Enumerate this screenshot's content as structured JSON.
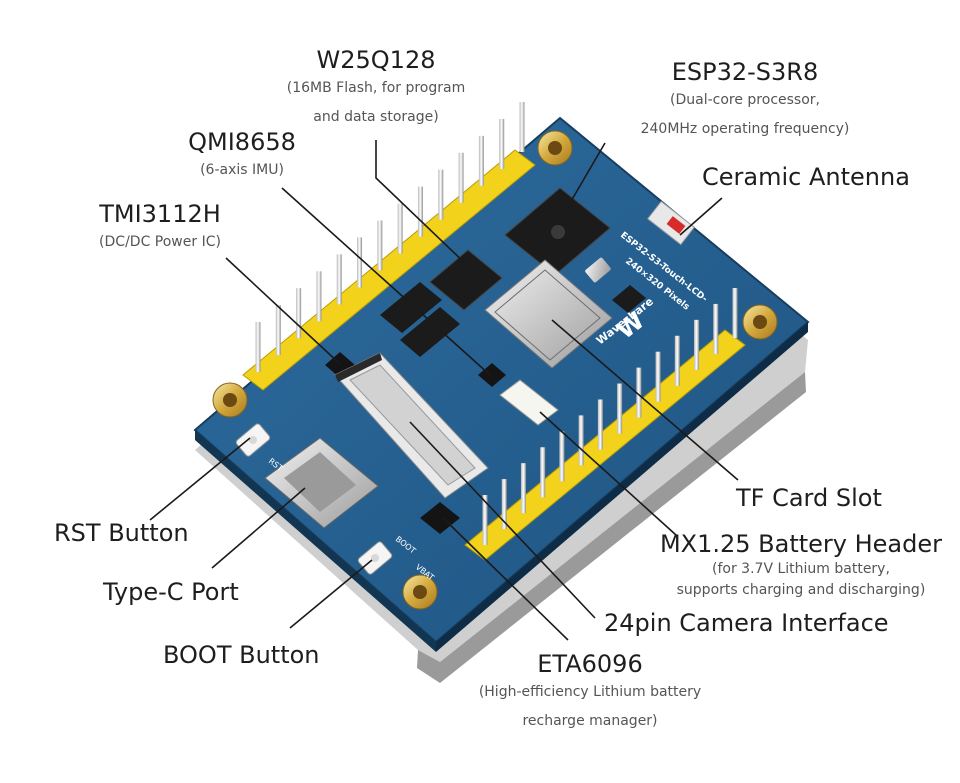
{
  "board": {
    "silkscreen_model": "ESP32-S3-Touch-LCD-",
    "silkscreen_res": "240×320 Pixels",
    "brand": "Waveshare",
    "rst_mark": "RST",
    "boot_mark": "BOOT",
    "vbat_mark": "VBAT"
  },
  "components": [
    {
      "id": "w25q128",
      "name": "W25Q128",
      "desc": [
        "(16MB Flash, for program",
        "and data storage)"
      ]
    },
    {
      "id": "esp32",
      "name": "ESP32-S3R8",
      "desc": [
        "(Dual-core processor,",
        "240MHz operating frequency)"
      ]
    },
    {
      "id": "qmi8658",
      "name": "QMI8658",
      "desc": [
        "(6-axis IMU)"
      ]
    },
    {
      "id": "antenna",
      "name": "Ceramic Antenna",
      "desc": []
    },
    {
      "id": "tmi3112h",
      "name": "TMI3112H",
      "desc": [
        "(DC/DC Power IC)"
      ]
    },
    {
      "id": "tfcard",
      "name": "TF Card Slot",
      "desc": []
    },
    {
      "id": "rst",
      "name": "RST Button",
      "desc": []
    },
    {
      "id": "battery",
      "name": "MX1.25 Battery Header",
      "desc": [
        "(for 3.7V Lithium battery,",
        "supports charging and discharging)"
      ]
    },
    {
      "id": "typec",
      "name": "Type-C Port",
      "desc": []
    },
    {
      "id": "camera",
      "name": "24pin Camera Interface",
      "desc": []
    },
    {
      "id": "boot",
      "name": "BOOT Button",
      "desc": []
    },
    {
      "id": "eta6096",
      "name": "ETA6096",
      "desc": [
        "(High-efficiency Lithium battery",
        "recharge manager)"
      ]
    }
  ]
}
